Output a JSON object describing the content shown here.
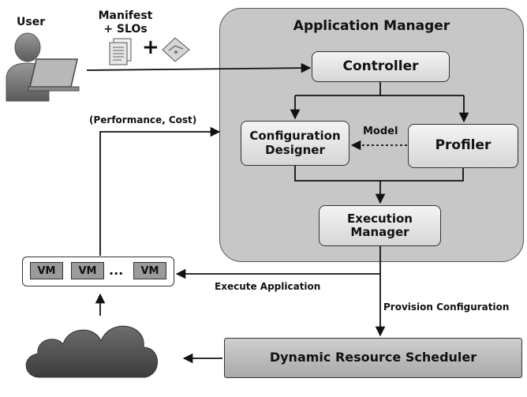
{
  "actors": {
    "user_label": "User",
    "manifest_label_1": "Manifest",
    "manifest_label_2": "+ SLOs",
    "plus_sign": "+"
  },
  "app_manager": {
    "title": "Application Manager",
    "controller": "Controller",
    "config_designer_1": "Configuration",
    "config_designer_2": "Designer",
    "profiler": "Profiler",
    "model_label": "Model",
    "exec_manager_1": "Execution",
    "exec_manager_2": "Manager"
  },
  "vm_pool": {
    "vm_labels": [
      "VM",
      "VM",
      "VM"
    ],
    "ellipsis": "..."
  },
  "scheduler": {
    "label": "Dynamic Resource Scheduler"
  },
  "edges": {
    "perf_cost": "(Performance, Cost)",
    "execute_app": "Execute Application",
    "provision_config": "Provision Configuration"
  },
  "icons": [
    "user-with-laptop-icon",
    "document-stack-icon",
    "map-icon",
    "cloud-icon"
  ]
}
